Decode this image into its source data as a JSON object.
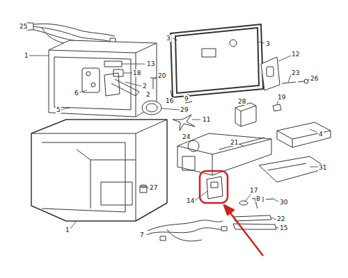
{
  "diagram": {
    "labels": [
      "25",
      "3",
      "3",
      "1",
      "13",
      "12",
      "18",
      "20",
      "6",
      "2",
      "23",
      "26",
      "2",
      "5",
      "16",
      "9",
      "19",
      "29",
      "28",
      "11",
      "24",
      "4",
      "21",
      "31",
      "27",
      "17",
      "8",
      "14",
      "30",
      "1",
      "22",
      "7",
      "15"
    ]
  }
}
